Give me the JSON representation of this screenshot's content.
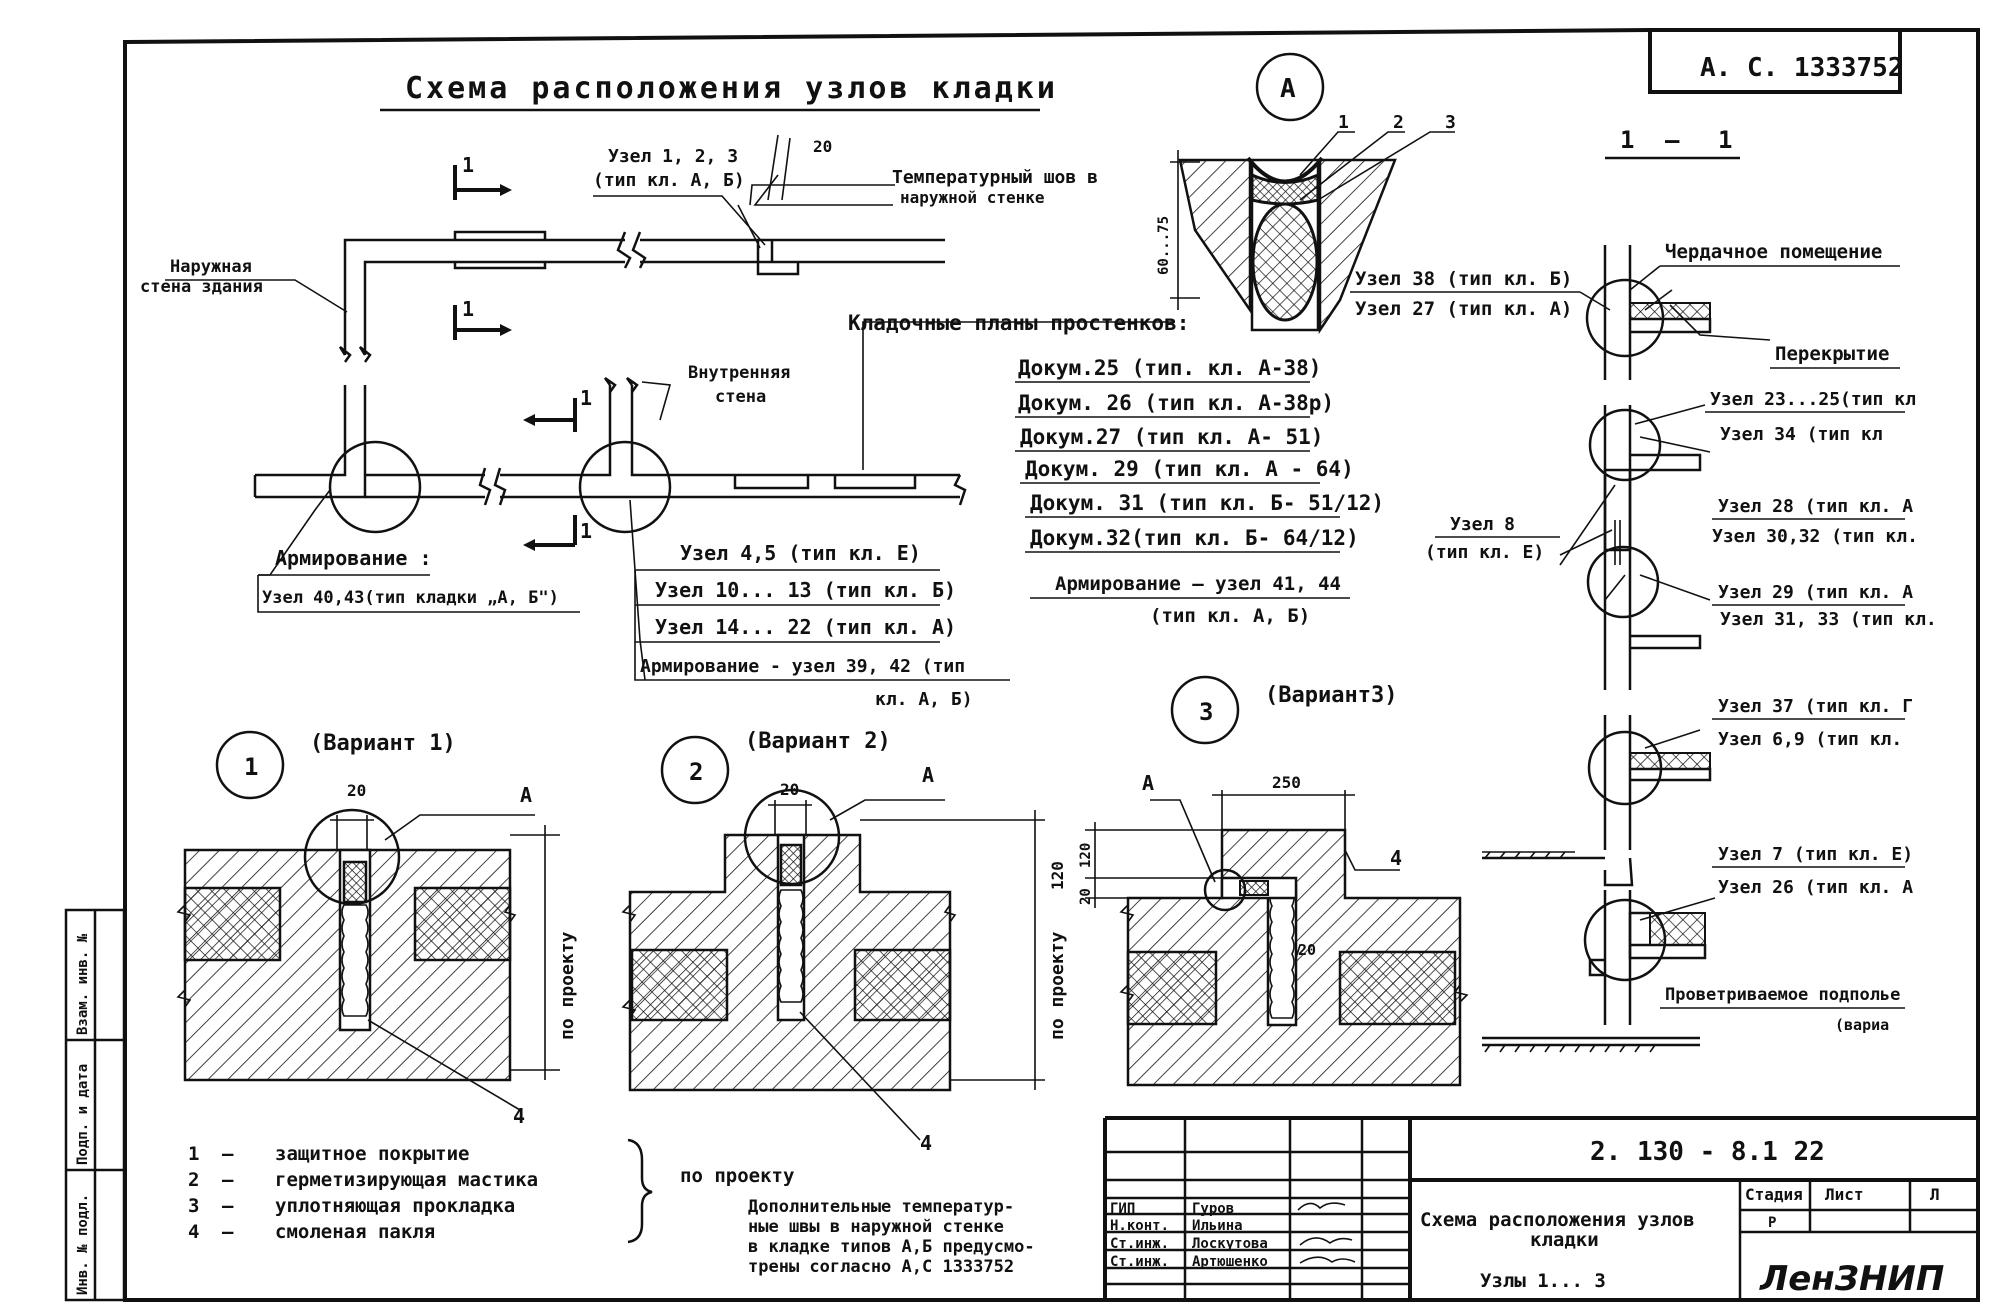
{
  "title": "Схема расположения узлов кладки",
  "stamp": "А. С. 1333752",
  "plan": {
    "dim20": "20",
    "uzel123": "Узел 1, 2, 3",
    "tip_ab": "(тип кл. А, Б)",
    "temp_seam_1": "Температурный шов в",
    "temp_seam_2": "наружной стенке",
    "outer_wall_1": "Наружная",
    "outer_wall_2": "стена здания",
    "inner_wall_1": "Внутренняя",
    "inner_wall_2": "стена",
    "sec1": "1",
    "masonry_plans": "Кладочные планы простенков:",
    "docs": [
      "Докум.25 (тип. кл. А-38)",
      "Докум. 26 (тип кл. А-38р)",
      "Докум.27 (тип кл. А- 51)",
      "Докум. 29 (тип кл. А - 64)",
      "Докум. 31 (тип кл. Б- 51/12)",
      "Докум.32(тип кл. Б- 64/12)"
    ],
    "arm_41_1": "Армирование — узел 41, 44",
    "arm_41_2": "(тип кл. А, Б)",
    "arm_label": "Армирование :",
    "arm_4043": "Узел 40,43(тип кладки „А, Б\")",
    "uzel45": "Узел 4,5 (тип кл. Е)",
    "uzel1013": "Узел 10... 13 (тип кл. Б)",
    "uzel1422": "Узел 14... 22 (тип кл. А)",
    "arm_3942_1": "Армирование - узел 39, 42 (тип",
    "arm_3942_2": "кл. А, Б)"
  },
  "detailA": {
    "letter": "А",
    "n1": "1",
    "n2": "2",
    "n3": "3",
    "dim": "60...75"
  },
  "section": {
    "title_1": "1",
    "title_dash": "—",
    "title_2": "1",
    "attic": "Чердачное помещение",
    "uzel38": "Узел 38 (тип кл. Б)",
    "uzel27": "Узел 27 (тип кл. А)",
    "floor": "Перекрытие",
    "uzel2325": "Узел 23...25(тип кл",
    "uzel34": "Узел 34 (тип кл",
    "uzel8_1": "Узел 8",
    "uzel8_2": "(тип кл. Е)",
    "uzel28": "Узел 28 (тип кл. А",
    "uzel3032": "Узел 30,32 (тип кл.",
    "uzel29": "Узел 29 (тип кл. А",
    "uzel3133": "Узел 31, 33 (тип кл.",
    "uzel37": "Узел 37 (тип кл. Г",
    "uzel69": "Узел 6,9 (тип кл.",
    "uzel7": "Узел 7 (тип кл. Е)",
    "uzel26": "Узел 26 (тип кл. А",
    "underfloor": "Проветриваемое подполье",
    "variant_cut": "(вариа"
  },
  "variants": {
    "v1_num": "1",
    "v1_label": "(Вариант 1)",
    "v2_num": "2",
    "v2_label": "(Вариант 2)",
    "v3_num": "3",
    "v3_label": "(Вариант3)",
    "a": "А",
    "d20": "20",
    "d120": "120",
    "d250": "250",
    "n4": "4",
    "po_proektu": "по проекту"
  },
  "legend": {
    "items": [
      {
        "n": "1",
        "dash": "—",
        "text": "защитное покрытие"
      },
      {
        "n": "2",
        "dash": "—",
        "text": "герметизирующая мастика"
      },
      {
        "n": "3",
        "dash": "—",
        "text": "уплотняющая прокладка"
      },
      {
        "n": "4",
        "dash": "—",
        "text": "смоленая пакля"
      }
    ],
    "po_proektu": "по проекту"
  },
  "note": [
    "Дополнительные температур-",
    "ные швы в наружной стенке",
    "в кладке типов А,Б предусмо-",
    "трены согласно А,С 1333752"
  ],
  "side_stamp": [
    "Инв. № подл.",
    "Подп. и дата",
    "Взам. инв. №"
  ],
  "titleblock": {
    "code": "2. 130 - 8.1 22",
    "rows": [
      {
        "role": "ГИП",
        "name": "Гуров"
      },
      {
        "role": "Н.конт.",
        "name": "Ильина"
      },
      {
        "role": "Ст.инж.",
        "name": "Лоскутова"
      },
      {
        "role": "Ст.инж.",
        "name": "Артюшенко"
      }
    ],
    "doc_title_1": "Схема расположения узлов",
    "doc_title_2": "кладки",
    "doc_sub": "Узлы 1... 3",
    "stage_h": "Стадия",
    "sheet_h": "Лист",
    "sheets_h": "Л",
    "stage_v": "Р",
    "org": "ЛенЗНИП"
  }
}
